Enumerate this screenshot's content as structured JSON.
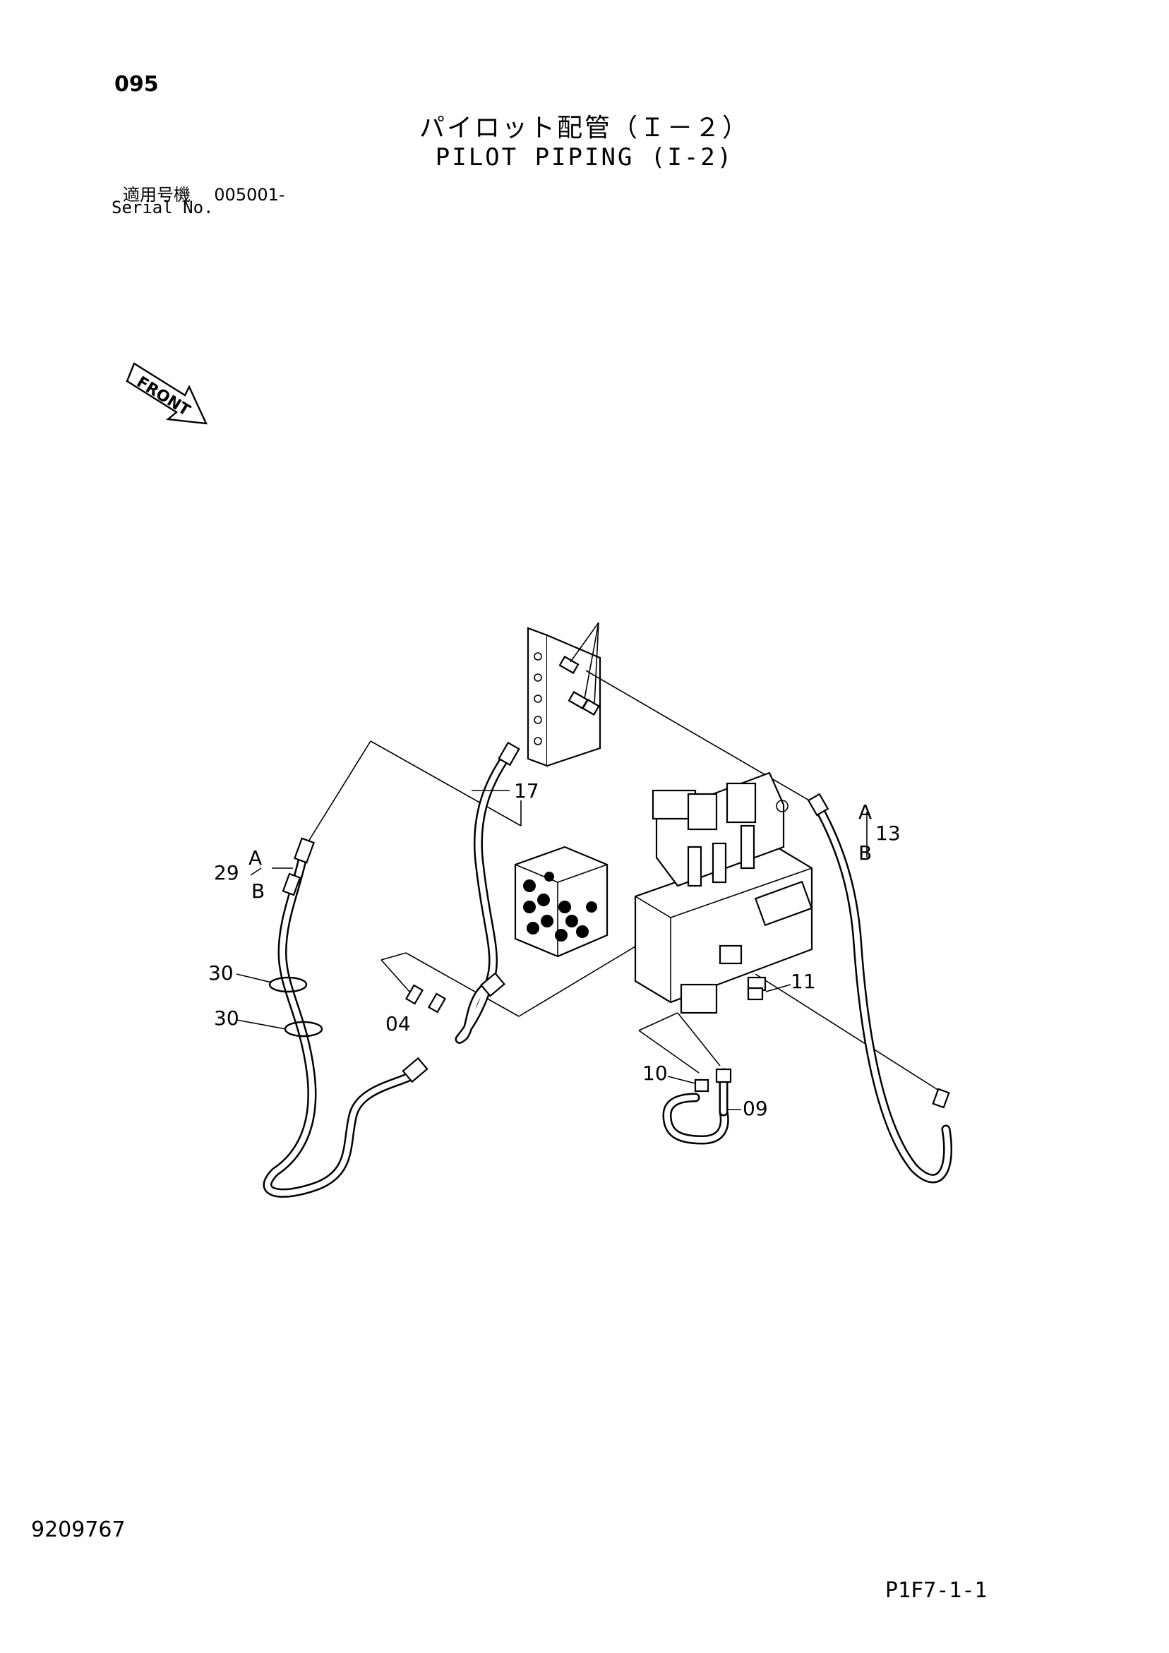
{
  "header": {
    "page_number": "095",
    "title_jp": "パイロット配管（Ｉ－２）",
    "title_en": "PILOT PIPING (I-2)",
    "serial_label_jp": "適用号機",
    "serial_range": "005001-",
    "serial_label_en": "Serial No."
  },
  "diagram": {
    "front_label": "FRONT",
    "callouts": {
      "c17": "17",
      "c29": "29",
      "c29a": "A",
      "c29b": "B",
      "c30a": "30",
      "c30b": "30",
      "c04": "04",
      "c13": "13",
      "c13a": "A",
      "c13b": "B",
      "c11": "11",
      "c10": "10",
      "c09": "09"
    }
  },
  "footer": {
    "doc_number": "9209767",
    "page_code": "P1F7-1-1"
  }
}
